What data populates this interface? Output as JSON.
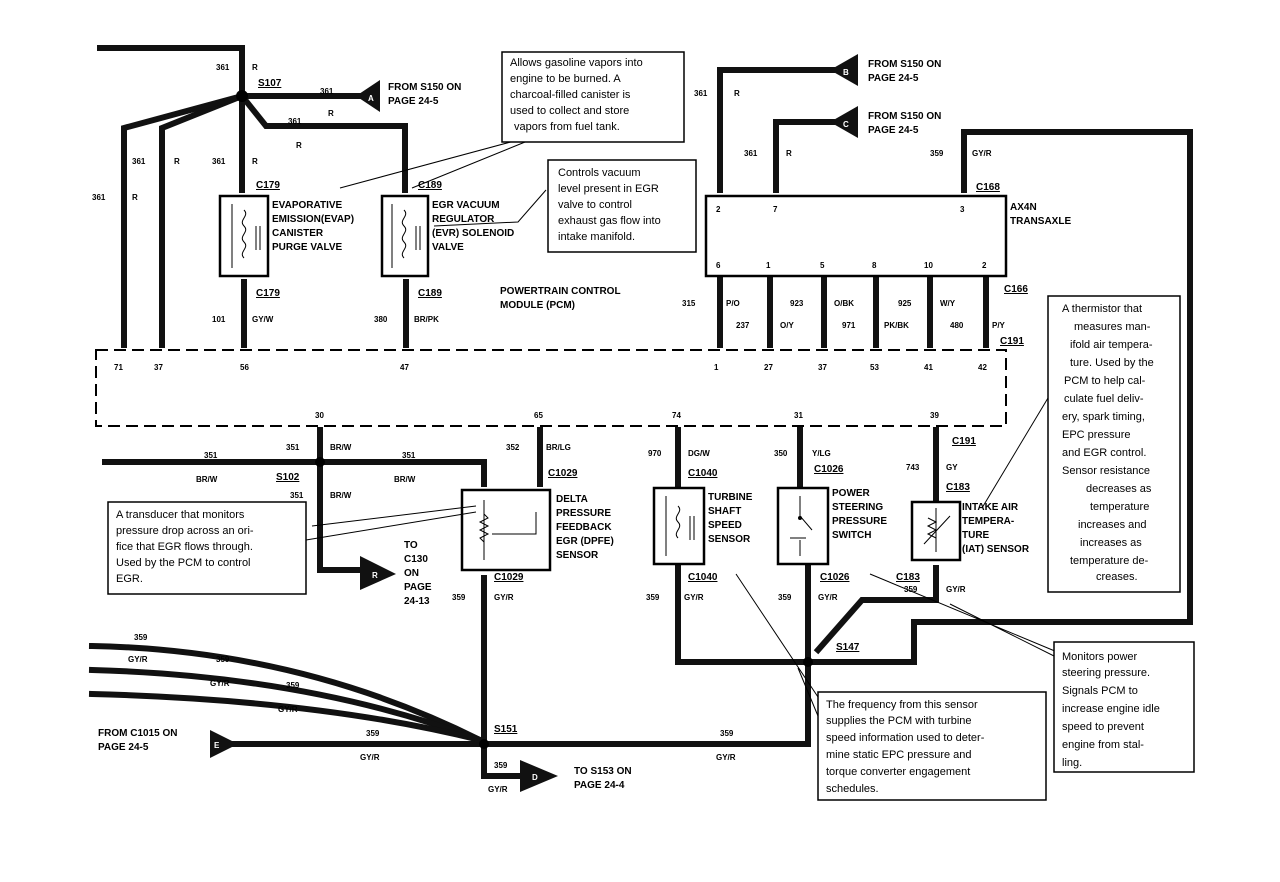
{
  "pcm": {
    "title_line1": "POWERTRAIN CONTROL",
    "title_line2": "MODULE (PCM)",
    "pins_top": [
      "71",
      "37",
      "56",
      "47",
      "1",
      "27",
      "37",
      "53",
      "41",
      "42"
    ],
    "pins_bottom": [
      "30",
      "65",
      "74",
      "31",
      "39"
    ]
  },
  "transaxle": {
    "name_line1": "AX4N",
    "name_line2": "TRANSAXLE",
    "connector": "C168",
    "connector_bottom": "C166",
    "pins_top": [
      "2",
      "7",
      "3"
    ],
    "pins_bottom": [
      "6",
      "1",
      "5",
      "8",
      "10",
      "2"
    ]
  },
  "components": {
    "evap": [
      "EVAPORATIVE",
      "EMISSION(EVAP)",
      "CANISTER",
      "PURGE VALVE"
    ],
    "evr": [
      "EGR VACUUM",
      "REGULATOR",
      "(EVR) SOLENOID",
      "VALVE"
    ],
    "dpfe": [
      "DELTA",
      "PRESSURE",
      "FEEDBACK",
      "EGR (DPFE)",
      "SENSOR"
    ],
    "tss": [
      "TURBINE",
      "SHAFT",
      "SPEED",
      "SENSOR"
    ],
    "pss": [
      "POWER",
      "STEERING",
      "PRESSURE",
      "SWITCH"
    ],
    "iat": [
      "INTAKE AIR",
      "TEMPERA-",
      "TURE",
      "(IAT) SENSOR"
    ]
  },
  "connectors": {
    "s107": "S107",
    "c179a": "C179",
    "c179b": "C179",
    "c189a": "C189",
    "c189b": "C189",
    "c191a": "C191",
    "c191b": "C191",
    "s102": "S102",
    "c1029a": "C1029",
    "c1029b": "C1029",
    "c1040a": "C1040",
    "c1040b": "C1040",
    "c1026a": "C1026",
    "c1026b": "C1026",
    "c183a": "C183",
    "c183b": "C183",
    "s147": "S147",
    "s151": "S151"
  },
  "refs": {
    "a": {
      "letter": "A",
      "l1": "FROM S150 ON",
      "l2": "PAGE 24-5"
    },
    "b": {
      "letter": "B",
      "l1": "FROM S150 ON",
      "l2": "PAGE 24-5"
    },
    "c": {
      "letter": "C",
      "l1": "FROM S150 ON",
      "l2": "PAGE 24-5"
    },
    "r": {
      "letter": "R",
      "l1": "TO",
      "l2": "C130",
      "l3": "ON",
      "l4": "PAGE",
      "l5": "24-13"
    },
    "e": {
      "letter": "E",
      "l1": "FROM C1015 ON",
      "l2": "PAGE 24-5"
    },
    "d": {
      "letter": "D",
      "l1": "TO S153 ON",
      "l2": "PAGE 24-4"
    }
  },
  "wires": {
    "c361": "361",
    "cR": "R",
    "c101": "101",
    "cGYW": "GY/W",
    "c380": "380",
    "cBRPK": "BR/PK",
    "c315": "315",
    "cPO": "P/O",
    "c923": "923",
    "c237": "237",
    "cOY": "O/Y",
    "cOBK": "O/BK",
    "c971": "971",
    "c925": "925",
    "cPKBK": "PK/BK",
    "cWY": "W/Y",
    "c480": "480",
    "cPY": "P/Y",
    "c359": "359",
    "cGYR": "GY/R",
    "c351": "351",
    "cBRW": "BR/W",
    "c352": "352",
    "cBRLG": "BR/LG",
    "c970": "970",
    "cDGW": "DG/W",
    "c350": "350",
    "cYLG": "Y/LG",
    "c743": "743",
    "cGY": "GY"
  },
  "notes": {
    "evap": [
      "Allows gasoline vapors into",
      "engine to be burned. A",
      "charcoal-filled canister is",
      "used to collect and store",
      "vapors from fuel tank."
    ],
    "evr": [
      "Controls vacuum",
      "level present in EGR",
      "valve to control",
      "exhaust gas flow into",
      "intake manifold."
    ],
    "dpfe": [
      "A transducer that monitors",
      "pressure drop across an ori-",
      "fice that EGR flows through.",
      "Used by the PCM to control",
      "EGR."
    ],
    "iat": [
      "A thermistor that",
      "measures man-",
      "ifold air tempera-",
      "ture. Used by the",
      "PCM to help cal-",
      "culate fuel deliv-",
      "ery, spark timing,",
      "EPC pressure",
      "and EGR control.",
      "Sensor resistance",
      "decreases as",
      "temperature",
      "increases and",
      "increases as",
      "temperature de-",
      "creases."
    ],
    "pss": [
      "Monitors power",
      "steering pressure.",
      "Signals PCM to",
      "increase engine idle",
      "speed to prevent",
      "engine from stal-",
      "ling."
    ],
    "tss": [
      "The frequency from this sensor",
      "supplies the PCM with turbine",
      "speed information used to deter-",
      "mine static EPC pressure and",
      "torque converter engagement",
      "schedules."
    ]
  }
}
